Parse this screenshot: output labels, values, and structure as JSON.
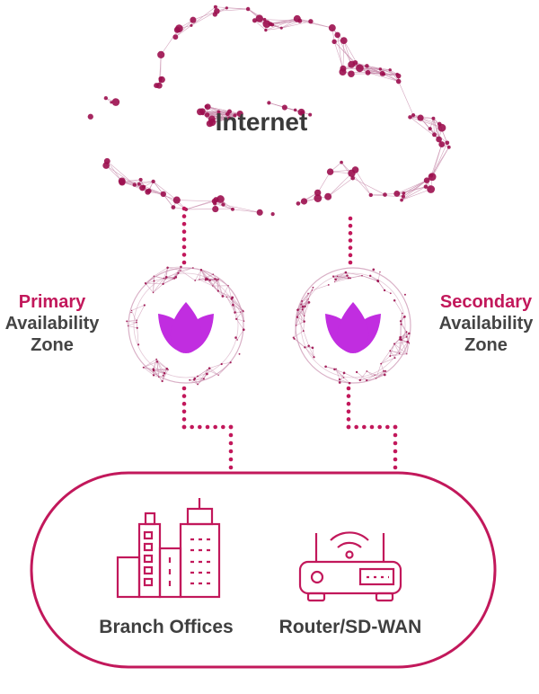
{
  "diagram": {
    "cloud": {
      "label": "Internet",
      "icon": "network-cloud-icon"
    },
    "zones": [
      {
        "id": "primary",
        "title": "Primary",
        "line2": "Availability",
        "line3": "Zone",
        "icon": "lotus-icon"
      },
      {
        "id": "secondary",
        "title": "Secondary",
        "line2": "Availability",
        "line3": "Zone",
        "icon": "lotus-icon"
      }
    ],
    "site": {
      "items": [
        {
          "label": "Branch Offices",
          "icon": "buildings-icon"
        },
        {
          "label": "Router/SD-WAN",
          "icon": "router-icon"
        }
      ]
    },
    "colors": {
      "accent": "#c2185b",
      "node": "#9c0f4f",
      "mesh": "#c98fae",
      "lotus": "#c12de0",
      "text": "#444444"
    }
  }
}
